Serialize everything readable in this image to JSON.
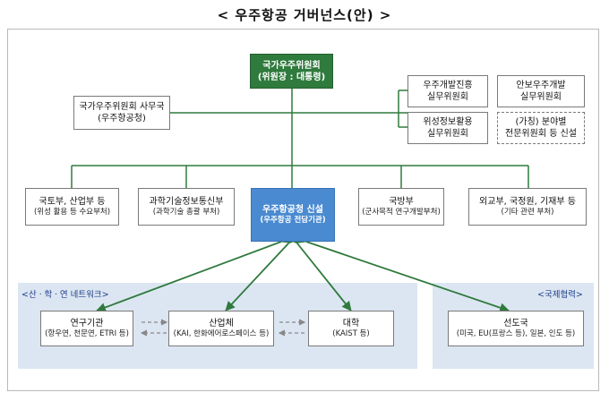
{
  "title": "< 우주항공 거버넌스(안) >",
  "committee": {
    "line1": "국가우주위원회",
    "line2": "(위원장 : 대통령)"
  },
  "secretariat": {
    "line1": "국가우주위원회 사무국",
    "line2": "(우주항공청)"
  },
  "subcommittees": [
    {
      "line1": "우주개발진흥",
      "line2": "실무위원회"
    },
    {
      "line1": "안보우주개발",
      "line2": "실무위원회"
    },
    {
      "line1": "위성정보활용",
      "line2": "실무위원회"
    },
    {
      "line1": "(가칭) 분야별",
      "line2": "전문위원회 등 신설"
    }
  ],
  "ministries": [
    {
      "line1": "국토부, 산업부 등",
      "line2": "(위성 활용 등 수요부처)"
    },
    {
      "line1": "과학기술정보통신부",
      "line2": "(과학기술 총괄 부처)"
    },
    {
      "line1": "우주항공청 신설",
      "line2": "(우주항공 전담기관)"
    },
    {
      "line1": "국방부",
      "line2": "(군사목적 연구개발부처)"
    },
    {
      "line1": "외교부, 국정원, 기재부 등",
      "line2": "(기타 관련 부처)"
    }
  ],
  "network_title": "<산ㆍ학ㆍ연 네트워크>",
  "intl_title": "<국제협력>",
  "network": [
    {
      "line1": "연구기관",
      "line2": "(항우연, 천문연, ETRI 등)"
    },
    {
      "line1": "산업체",
      "line2": "(KAI, 한화에어로스페이스 등)"
    },
    {
      "line1": "대학",
      "line2": "(KAIST 등)"
    }
  ],
  "intl": {
    "line1": "선도국",
    "line2": "(미국, EU(프랑스 등), 일본, 인도 등)"
  },
  "colors": {
    "committee": "#2f7a3d",
    "kasa": "#4a8ad0",
    "panel": "#dce6f2",
    "arrow": "#2f7a3d"
  }
}
